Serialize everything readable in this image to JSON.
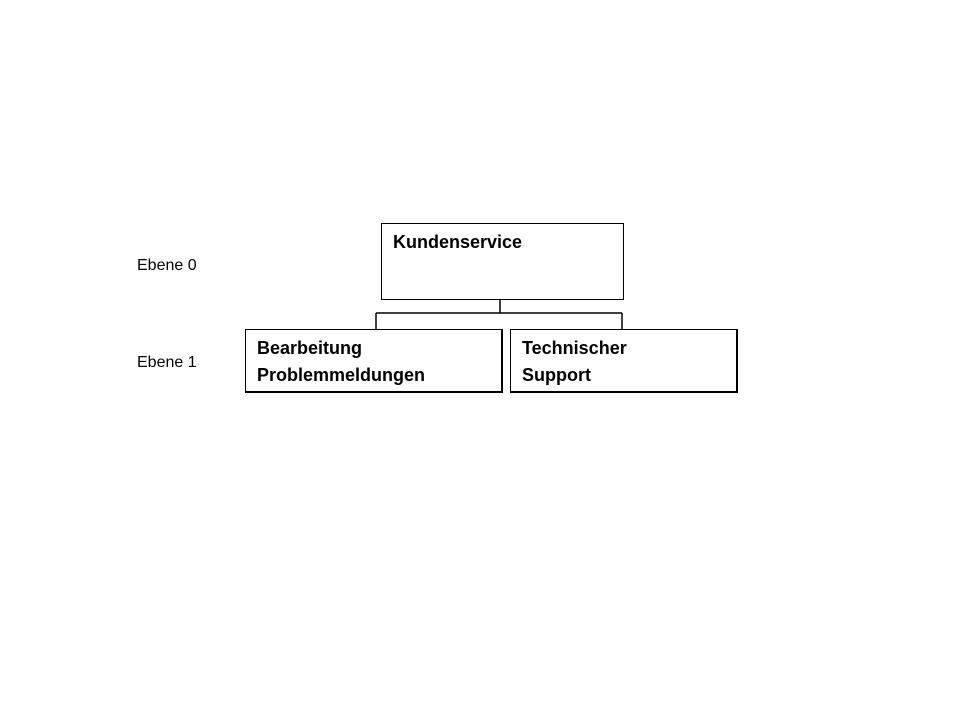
{
  "levels": [
    {
      "label": "Ebene 0"
    },
    {
      "label": "Ebene 1"
    }
  ],
  "org_chart": {
    "root": {
      "lines": [
        "Kundenservice"
      ]
    },
    "children": [
      {
        "lines": [
          "Bearbeitung",
          "Problemmeldungen"
        ]
      },
      {
        "lines": [
          "Technischer",
          "Support"
        ]
      }
    ]
  }
}
